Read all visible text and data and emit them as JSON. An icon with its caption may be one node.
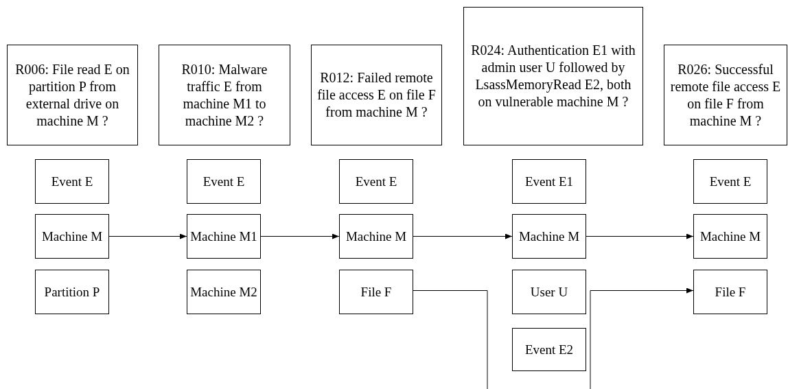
{
  "diagram": {
    "nodes": [
      {
        "text": [
          "R006: File read E on partition P from external drive on machine M ?"
        ]
      },
      {
        "text": [
          "Event E"
        ]
      },
      {
        "text": [
          "Machine M"
        ]
      },
      {
        "text": [
          "Partition P"
        ]
      },
      {
        "text": [
          "R010: Malware traffic E from machine M1 to machine M2 ?"
        ]
      },
      {
        "text": [
          "Event E"
        ]
      },
      {
        "text": [
          "Machine M1"
        ]
      },
      {
        "text": [
          "Machine M2"
        ]
      },
      {
        "text": [
          "R012: Failed remote file access E on file F from machine M ?"
        ]
      },
      {
        "text": [
          "Event E"
        ]
      },
      {
        "text": [
          "Machine M"
        ]
      },
      {
        "text": [
          "File F"
        ]
      },
      {
        "text": [
          "R024: Authentication E1 with admin user U followed by LsassMemoryRead E2, both on vulnerable machine M ?"
        ]
      },
      {
        "text": [
          "Event E1"
        ]
      },
      {
        "text": [
          "Machine M"
        ]
      },
      {
        "text": [
          "User U"
        ]
      },
      {
        "text": [
          "Event E2"
        ]
      },
      {
        "text": [
          "R026: Successful remote file access E on file F from machine M ?"
        ]
      },
      {
        "text": [
          "Event E"
        ]
      },
      {
        "text": [
          "Machine M"
        ]
      },
      {
        "text": [
          "File F"
        ]
      }
    ],
    "edges": [
      {
        "from": 2,
        "to": 6,
        "arrow": "to"
      },
      {
        "from": 6,
        "to": 10,
        "arrow": "to"
      },
      {
        "from": 10,
        "to": 14,
        "arrow": "to"
      },
      {
        "from": 14,
        "to": 19,
        "arrow": "to"
      },
      {
        "from": 11,
        "to": null,
        "arrow": "none"
      },
      {
        "from": null,
        "to": 20,
        "arrow": "to"
      }
    ]
  }
}
